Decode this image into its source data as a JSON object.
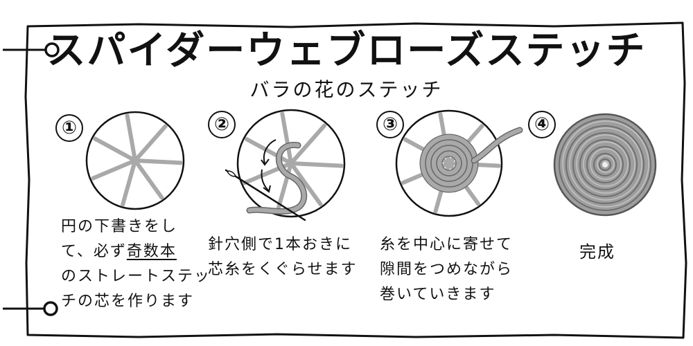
{
  "title": "スパイダーウェブローズステッチ",
  "subtitle": "バラの花のステッチ",
  "colors": {
    "ink": "#111111",
    "thread": "#a9a9a9",
    "thread_dark": "#777777",
    "rose": "#9e9e9e",
    "paper": "#ffffff"
  },
  "steps": [
    {
      "number": "①",
      "lines": [
        "円の下書きをし",
        "て、必ず",
        "奇数本",
        "のストレートステッ",
        "チの芯を作ります"
      ]
    },
    {
      "number": "②",
      "lines": [
        "針穴側で1本おきに",
        "芯糸をくぐらせます"
      ]
    },
    {
      "number": "③",
      "lines": [
        "糸を中心に寄せて",
        "隙間をつめながら",
        "巻いていきます"
      ]
    },
    {
      "number": "④",
      "lines": [
        "完成"
      ]
    }
  ]
}
